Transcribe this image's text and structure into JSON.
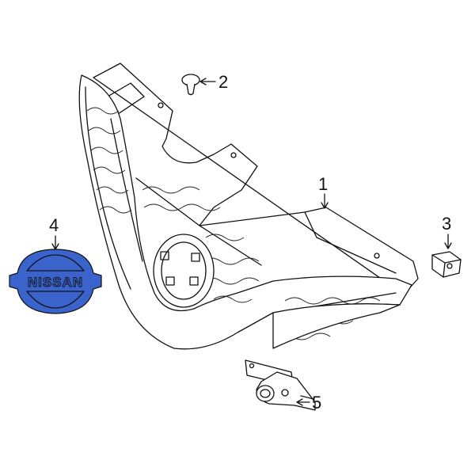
{
  "callouts": [
    {
      "number": "1",
      "part": "grille"
    },
    {
      "number": "2",
      "part": "clip"
    },
    {
      "number": "3",
      "part": "retainer"
    },
    {
      "number": "4",
      "part": "emblem"
    },
    {
      "number": "5",
      "part": "camera"
    }
  ],
  "emblem": {
    "text": "NISSAN",
    "color": "#3B63CC"
  },
  "colors": {
    "line": "#111111",
    "background": "#FFFFFF"
  }
}
